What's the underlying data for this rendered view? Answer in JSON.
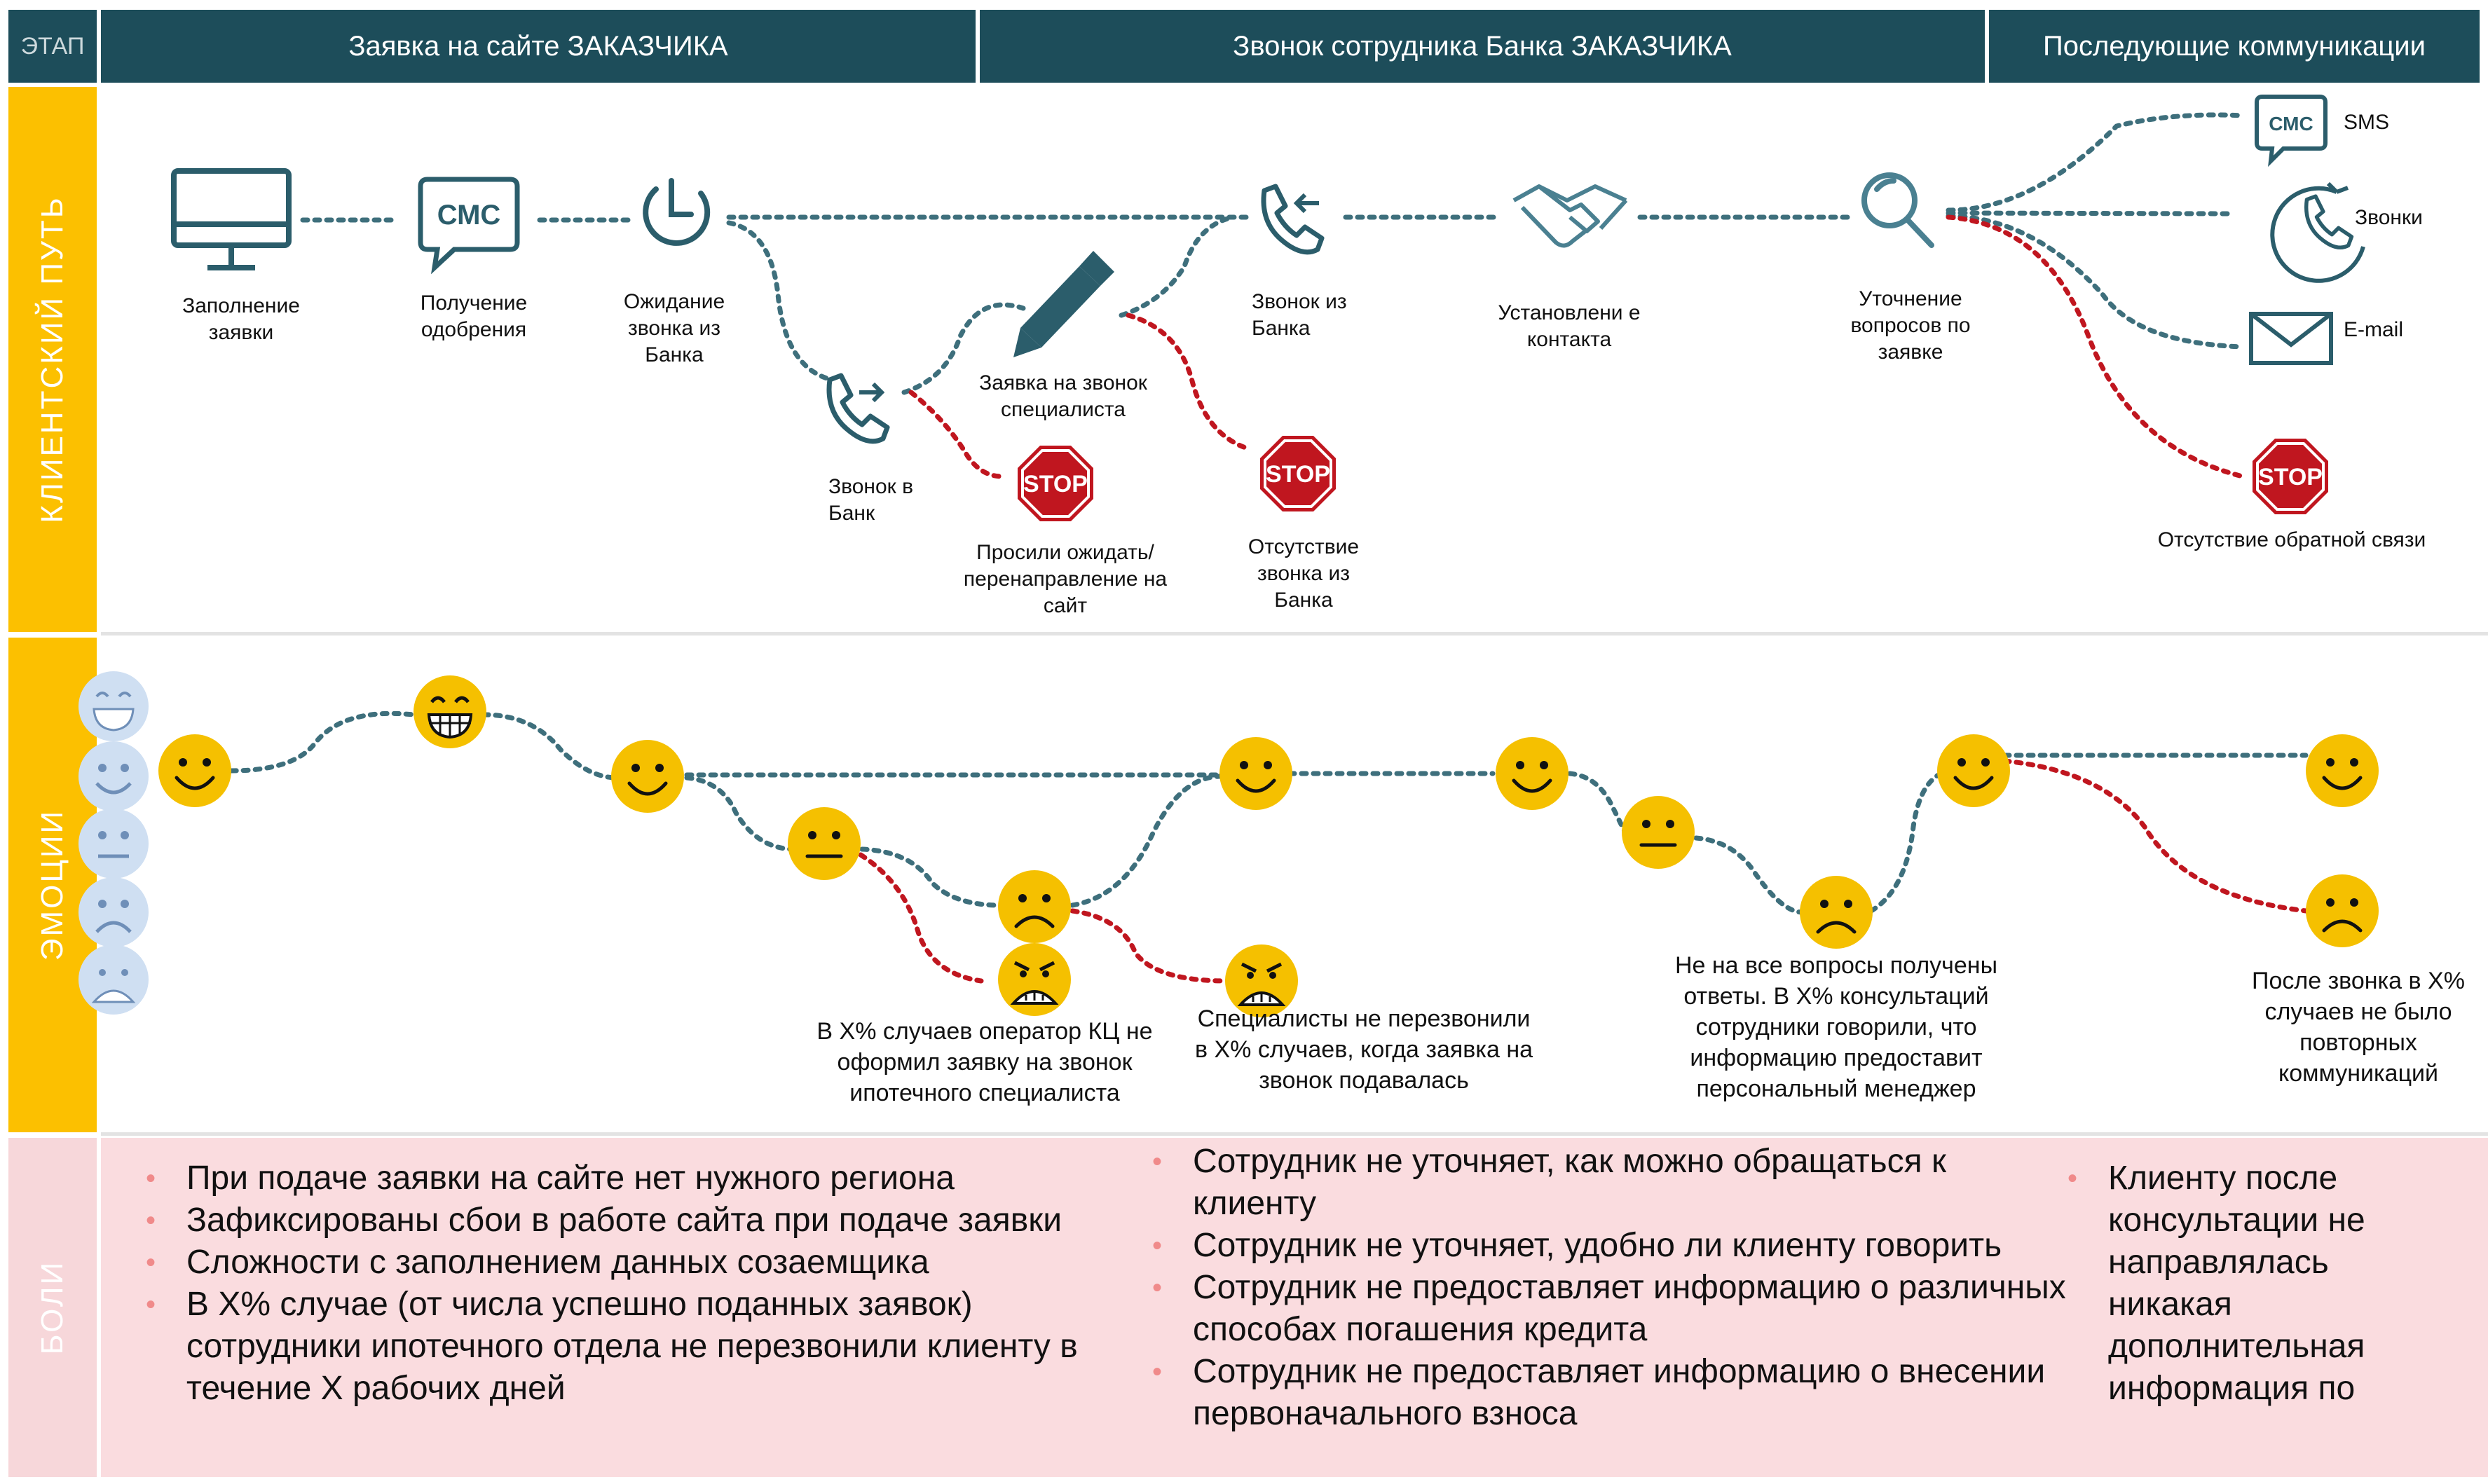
{
  "header": {
    "stage_label": "ЭТАП",
    "columns": [
      "Заявка на сайте ЗАКАЗЧИКА",
      "Звонок сотрудника Банка ЗАКАЗЧИКА",
      "Последующие коммуникации"
    ]
  },
  "rows": {
    "journey": "КЛИЕНТСКИЙ ПУТЬ",
    "emotions": "ЭМОЦИИ",
    "pains": "БОЛИ"
  },
  "journey": {
    "fill_application": "Заполнение заявки",
    "approval": "Получение одобрения",
    "waiting_call": "Ожидание звонка из Банка",
    "call_to_bank": "Звонок в Банк",
    "specialist_request": "Заявка на звонок специалиста",
    "asked_to_wait": "Просили ожидать/ перенаправление на сайт",
    "call_from_bank": "Звонок из Банка",
    "no_call": "Отсутствие звонка из Банка",
    "contact": "Установлени е контакта",
    "clarification": "Уточнение вопросов по заявке",
    "sms": "SMS",
    "calls": "Звонки",
    "email": "E-mail",
    "no_feedback": "Отсутствие обратной связи",
    "sms_icon_text": "СМС",
    "stop_text": "STOP"
  },
  "emotions": {
    "note_operator": "В X% случаев оператор КЦ не оформил заявку на звонок ипотечного специалиста",
    "note_specialists": "Специалисты не перезвонили в X% случаев, когда заявка на звонок подавалась",
    "note_questions": "Не на все вопросы получены ответы. В X% консультаций сотрудники говорили, что информацию предоставит персональный менеджер",
    "note_after_call": "После звонка в X% случаев не было повторных коммуникаций"
  },
  "pains": {
    "col1": [
      "При подаче заявки на сайте нет нужного региона",
      "Зафиксированы сбои в работе сайта при подаче заявки",
      "Сложности с заполнением данных созаемщика",
      "В X% случае (от числа успешно поданных заявок) сотрудники ипотечного отдела не перезвонили клиенту в течение X рабочих дней"
    ],
    "col2": [
      "Сотрудник не уточняет, как можно обращаться к клиенту",
      "Сотрудник не уточняет, удобно ли клиенту говорить",
      "Сотрудник не предоставляет информацию о различных способах погашения кредита",
      "Сотрудник не предоставляет информацию о внесении первоначального взноса"
    ],
    "col3": [
      "Клиенту после консультации не направлялась никакая дополнительная информация по"
    ]
  },
  "colors": {
    "header_bg": "#1d4d5a",
    "side_bg": "#fcc000",
    "icon_teal": "#2b5d6b",
    "path_teal": "#3e6f7c",
    "path_red": "#c0161f",
    "emoji_yellow": "#f5c000",
    "scale_blue": "#cfdff2",
    "pain_bg": "#fadcdf"
  }
}
